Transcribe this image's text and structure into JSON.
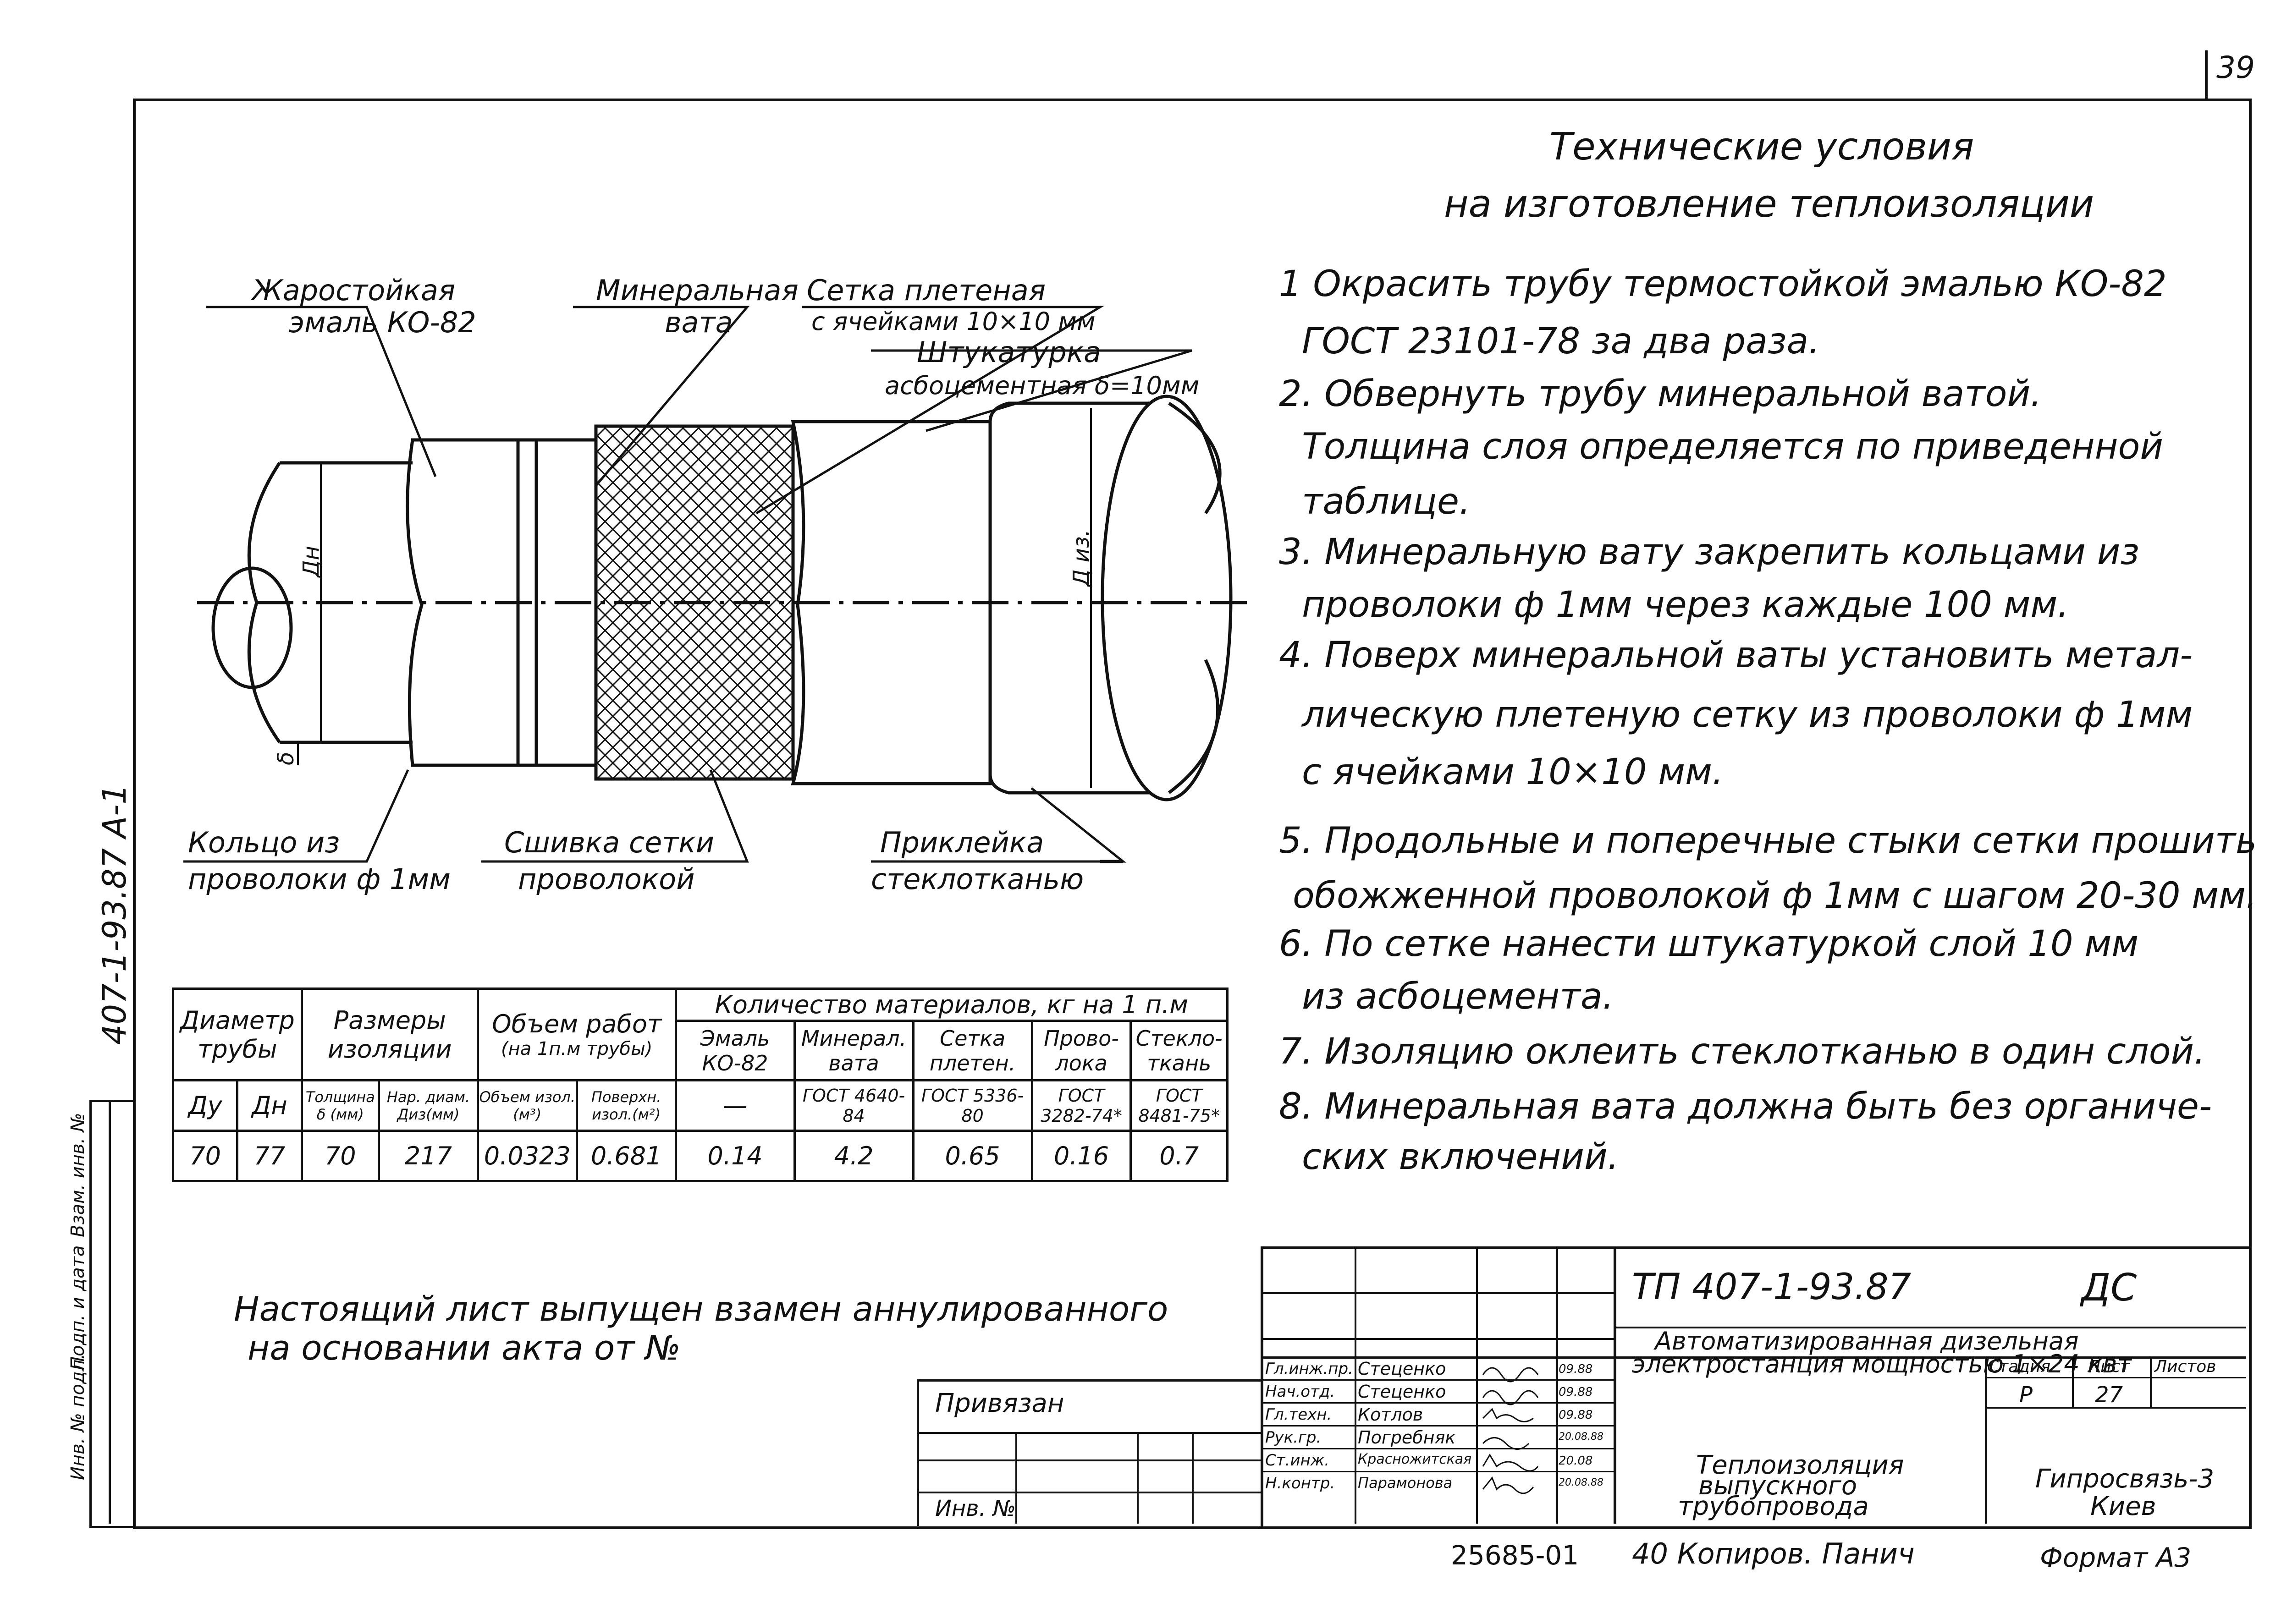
{
  "sheet_number": "39",
  "side_code": "407-1-93.87   A-1",
  "title": {
    "line1": "Технические условия",
    "line2": "на изготовление теплоизоляции"
  },
  "spec_items": [
    "1 Окрасить трубу термостойкой эмалью КО-82",
    "ГОСТ 23101-78 за два раза.",
    "2. Обвернуть трубу минеральной ватой.",
    "Толщина слоя определяется по приведенной",
    "таблице.",
    "3. Минеральную вату закрепить кольцами из",
    "проволоки ф 1мм через каждые 100 мм.",
    "4. Поверх минеральной ваты установить метал-",
    "лическую плетеную сетку из проволоки ф 1мм",
    "с ячейками 10×10 мм.",
    "5. Продольные и поперечные стыки сетки прошить",
    "обожженной проволокой ф 1мм с шагом 20-30 мм.",
    "6. По сетке нанести штукатуркой слой 10 мм",
    "из асбоцемента.",
    "7. Изоляцию оклеить стеклотканью в один слой.",
    "8. Минеральная вата должна быть без органиче-",
    "ских включений."
  ],
  "labels": {
    "enamel": [
      "Жаростойкая",
      "эмаль КО-82"
    ],
    "wool": [
      "Минеральная",
      "вата"
    ],
    "mesh": [
      "Сетка плетеная",
      "с ячейками 10×10 мм"
    ],
    "plaster": [
      "Штукатурка",
      "асбоцементная δ=10мм"
    ],
    "ring": [
      "Кольцо из",
      "проволоки ф 1мм"
    ],
    "stitch": [
      "Сшивка сетки",
      "проволокой"
    ],
    "glue": [
      "Приклейка",
      "стеклотканью"
    ],
    "dn": "Дн",
    "diz": "Д из.",
    "delta": "δ"
  },
  "table": {
    "h_diam": [
      "Диаметр",
      "трубы"
    ],
    "h_size": [
      "Размеры",
      "изоляции"
    ],
    "h_vol": [
      "Объем работ",
      "(на 1п.м трубы)"
    ],
    "h_qty": "Количество материалов, кг на 1 п.м",
    "h_mat": [
      "Эмаль КО-82",
      "Минерал. вата",
      "Сетка плетен.",
      "Прово-локa",
      "Стекло-ткань"
    ],
    "h_sub": [
      "Ду",
      "Дн",
      "Толщина δ (мм)",
      "Нар. диам. Диз(мм)",
      "Объем изол.(м³)",
      "Поверхн. изол.(м²)",
      "—",
      "ГОСТ 4640-84",
      "ГОСТ 5336-80",
      "ГОСТ 3282-74*",
      "ГОСТ 8481-75*"
    ],
    "row": [
      "70",
      "77",
      "70",
      "217",
      "0.0323",
      "0.681",
      "0.14",
      "4.2",
      "0.65",
      "0.16",
      "0.7"
    ]
  },
  "note": [
    "Настоящий лист выпущен взамен аннулированного",
    "на основании акта от №"
  ],
  "left_strip": [
    "Инв. № подл.",
    "Подп. и дата",
    "Взам. инв. №"
  ],
  "stamp": {
    "privyazan": "Привязан",
    "inv": "Инв. №",
    "code": "ТП 407-1-93.87",
    "doc": "ДС",
    "project": [
      "Автоматизированная дизельная",
      "электростанция мощностью 1×24 квт"
    ],
    "stage_h": [
      "Стадия",
      "Лист",
      "Листов"
    ],
    "stage_v": [
      "Р",
      "27",
      ""
    ],
    "roles": [
      "Гл.инж.пр.",
      "Нач.отд.",
      "Гл.техн.",
      "Рук.гр.",
      "Ст.инж.",
      "Н.контр."
    ],
    "names": [
      "Стеценко",
      "Стеценко",
      "Котлов",
      "Погребняк",
      "Красножитская",
      "Парамонова"
    ],
    "dates": [
      "09.88",
      "09.88",
      "09.88",
      "20.08.88",
      "20.08",
      "20.08.88"
    ],
    "sheet_title": [
      "Теплоизоляция",
      "выпускного",
      "трубопровода"
    ],
    "org": [
      "Гипросвязь-3",
      "Киев"
    ],
    "copies": "40 Копиров. Панич",
    "reg": "25685-01",
    "format": "Формат А3"
  }
}
